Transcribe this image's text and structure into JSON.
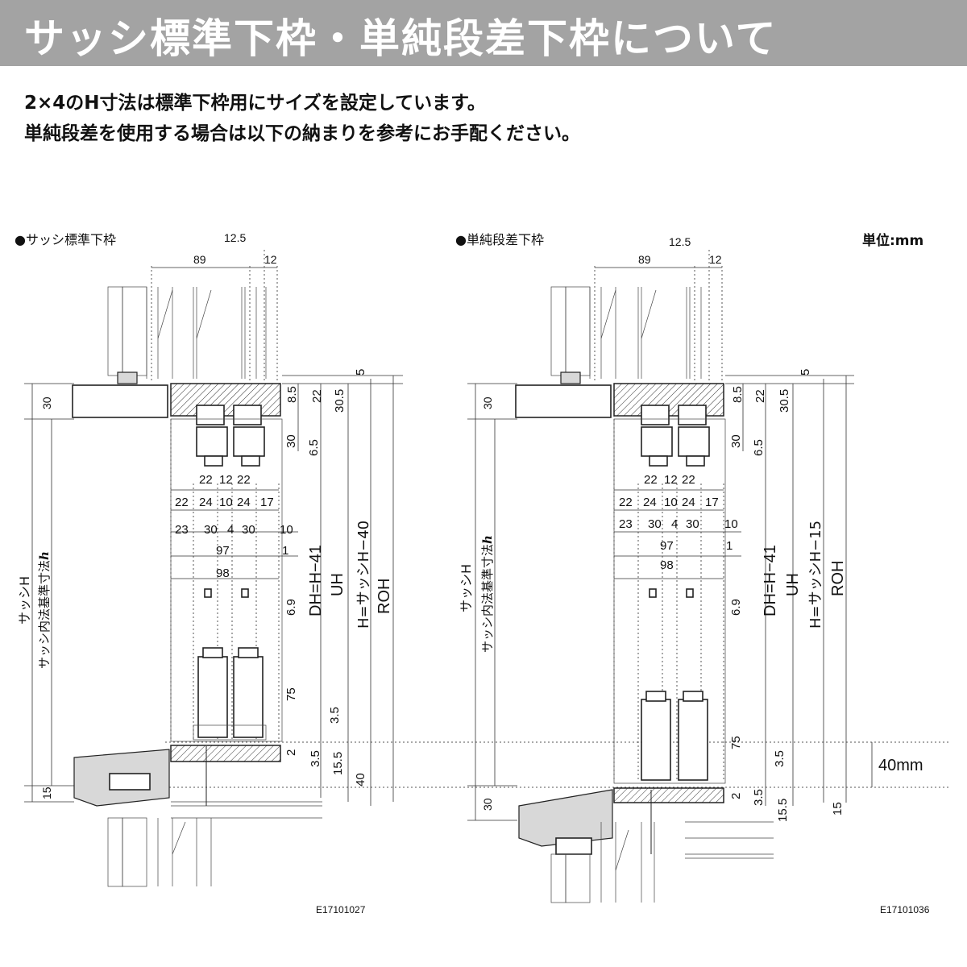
{
  "header": {
    "title": "サッシ標準下枠・単純段差下枠について"
  },
  "intro": {
    "line1": "2×4のH寸法は標準下枠用にサイズを設定しています。",
    "line2": "単純段差を使用する場合は以下の納まりを参考にお手配ください。"
  },
  "unit_label": "単位:mm",
  "offset_label": "40mm",
  "diagrams": [
    {
      "title": "●サッシ標準下枠",
      "code": "E17101027",
      "labels": {
        "sash_h": "サッシH",
        "inner": "サッシ内法基準寸法",
        "inner_h": "h",
        "dh": "DH=H−41",
        "uh": "UH",
        "h": "H=サッシH−40",
        "roh": "ROH"
      },
      "dims": {
        "top": [
          "12.5",
          "89",
          "12"
        ],
        "right": [
          "5",
          "8.5",
          "22",
          "30.5",
          "30",
          "6.5",
          "6.9",
          "75",
          "3.5",
          "2",
          "3.5",
          "15.5",
          "40"
        ],
        "rows": [
          [
            "22",
            "12",
            "22"
          ],
          [
            "22",
            "24",
            "10",
            "24",
            "17"
          ],
          [
            "23",
            "30",
            "4",
            "30",
            "10"
          ],
          [
            "97",
            "1"
          ],
          [
            "98"
          ]
        ],
        "left": [
          "30",
          "15"
        ]
      }
    },
    {
      "title": "●単純段差下枠",
      "code": "E17101036",
      "labels": {
        "sash_h": "サッシH",
        "inner": "サッシ内法基準寸法",
        "inner_h": "h",
        "dh": "DH=H−41",
        "uh": "UH",
        "h": "H=サッシH−15",
        "roh": "ROH"
      },
      "dims": {
        "top": [
          "12.5",
          "89",
          "12"
        ],
        "right": [
          "5",
          "8.5",
          "22",
          "30.5",
          "30",
          "6.5",
          "6.9",
          "75",
          "3.5",
          "2",
          "3.5",
          "15.5",
          "15"
        ],
        "rows": [
          [
            "22",
            "12",
            "22"
          ],
          [
            "22",
            "24",
            "10",
            "24",
            "17"
          ],
          [
            "23",
            "30",
            "4",
            "30",
            "10"
          ],
          [
            "97",
            "1"
          ],
          [
            "98"
          ]
        ],
        "left": [
          "30",
          "30"
        ]
      }
    }
  ]
}
